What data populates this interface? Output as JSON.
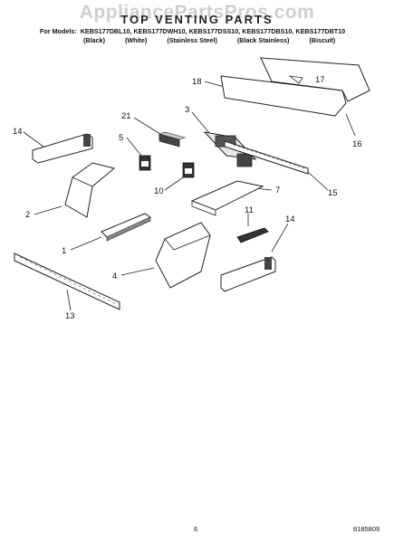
{
  "header": {
    "watermark": "AppliancePartsPros.com",
    "title": "TOP VENTING PARTS",
    "models_label": "For Models:",
    "models": "KEBS177DBL10, KEBS177DWH10, KEBS177DSS10, KEBS177DBS10, KEBS177DBT10",
    "finishes": [
      "(Black)",
      "(White)",
      "(Stainless Steel)",
      "(Black Stainless)",
      "(Biscuit)"
    ]
  },
  "callouts": [
    "18",
    "17",
    "21",
    "3",
    "14",
    "5",
    "16",
    "2",
    "10",
    "7",
    "15",
    "11",
    "14",
    "1",
    "4",
    "13"
  ],
  "footer": {
    "page": "6",
    "doc_number": "8185809"
  }
}
